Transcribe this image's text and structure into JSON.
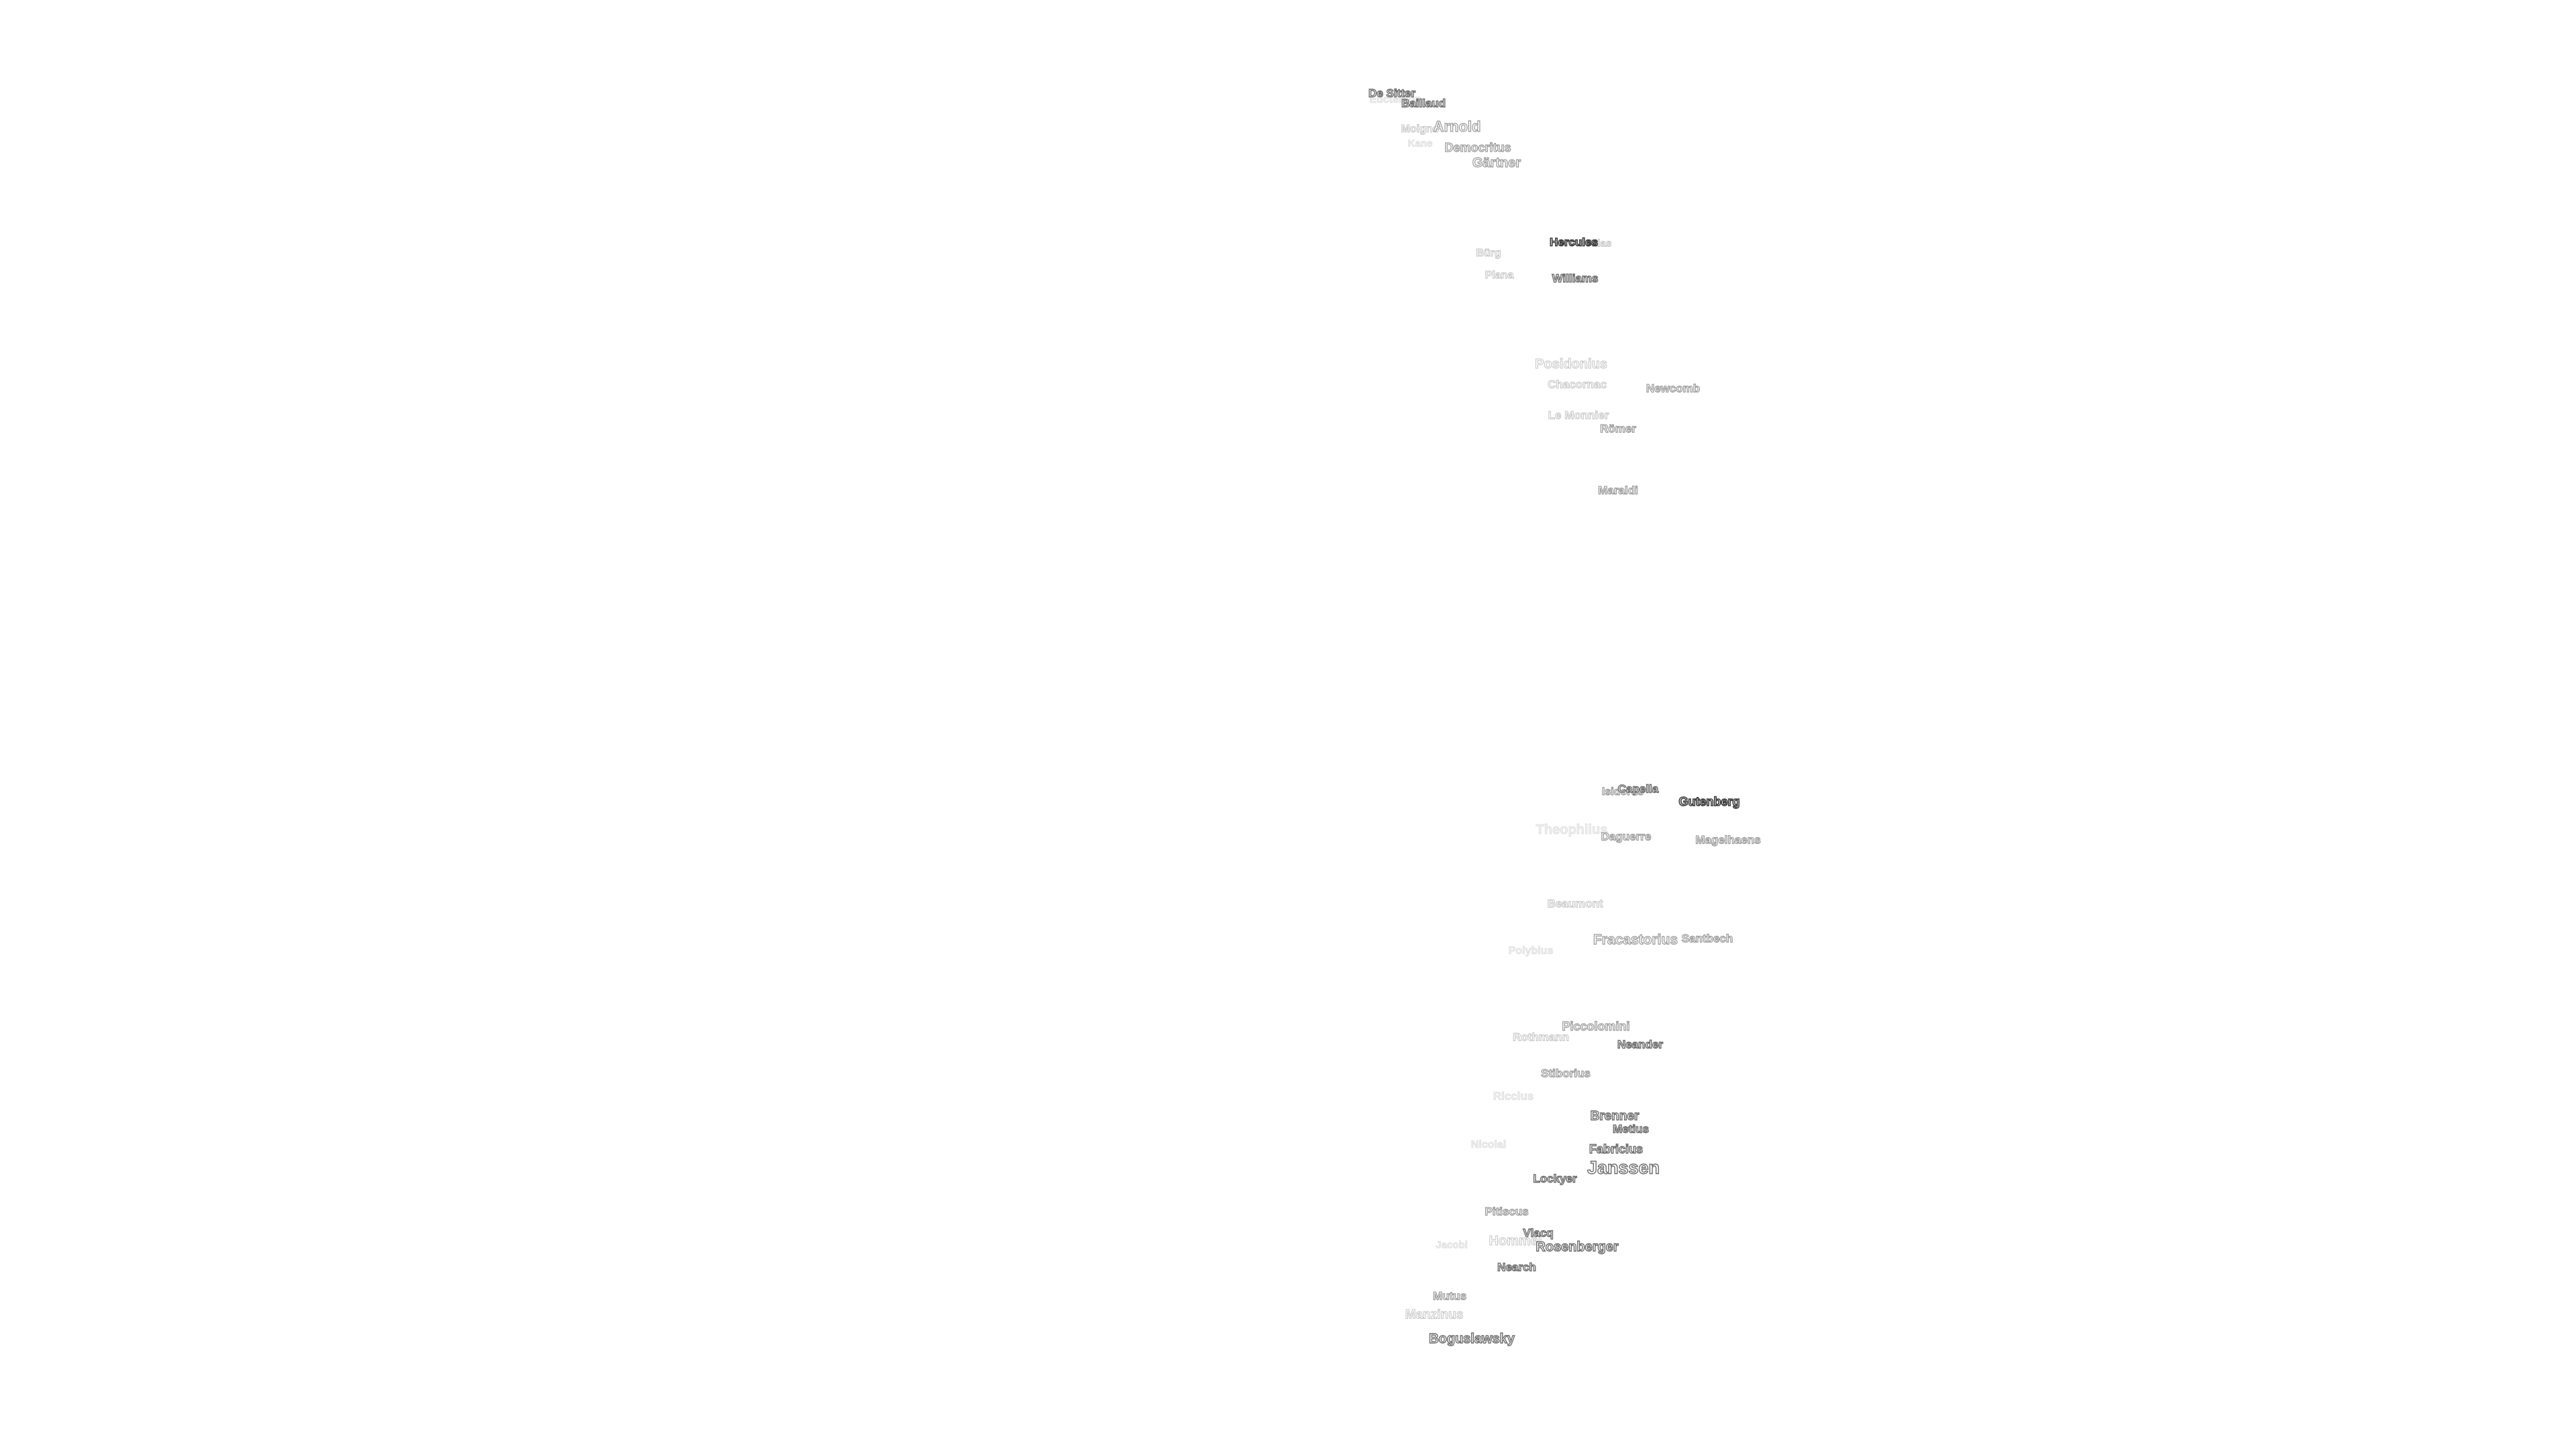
{
  "labels": [
    {
      "id": "de-sitter",
      "text": "De Sitter",
      "tone": 4
    },
    {
      "id": "baillaud",
      "text": "Baillaud",
      "tone": 4
    },
    {
      "id": "euctemon",
      "text": "Euctemon",
      "tone": 1
    },
    {
      "id": "arnold",
      "text": "Arnold",
      "tone": 3
    },
    {
      "id": "moigno",
      "text": "Moigno",
      "tone": 2
    },
    {
      "id": "kane",
      "text": "Kane",
      "tone": 1
    },
    {
      "id": "democritus",
      "text": "Democritus",
      "tone": 3
    },
    {
      "id": "gartner",
      "text": "Gärtner",
      "tone": 3
    },
    {
      "id": "hercules",
      "text": "Hercules",
      "tone": 5
    },
    {
      "id": "atlas",
      "text": "Atlas",
      "tone": 2
    },
    {
      "id": "burg",
      "text": "Bürg",
      "tone": 2
    },
    {
      "id": "plana",
      "text": "Plana",
      "tone": 2
    },
    {
      "id": "williams",
      "text": "Williams",
      "tone": 4
    },
    {
      "id": "posidonius",
      "text": "Posidonius",
      "tone": 2
    },
    {
      "id": "chacornac",
      "text": "Chacornac",
      "tone": 2
    },
    {
      "id": "newcomb",
      "text": "Newcomb",
      "tone": 3
    },
    {
      "id": "le-monnier",
      "text": "Le Monnier",
      "tone": 2
    },
    {
      "id": "romer",
      "text": "Römer",
      "tone": 3
    },
    {
      "id": "maraldi",
      "text": "Maraldi",
      "tone": 3
    },
    {
      "id": "capella",
      "text": "Capella",
      "tone": 4
    },
    {
      "id": "isidorus",
      "text": "Isidorus",
      "tone": 3
    },
    {
      "id": "gutenberg",
      "text": "Gutenberg",
      "tone": 5
    },
    {
      "id": "theophilus",
      "text": "Theophilus",
      "tone": 1
    },
    {
      "id": "daguerre",
      "text": "Daguerre",
      "tone": 3
    },
    {
      "id": "magelhaens",
      "text": "Magelhaens",
      "tone": 3
    },
    {
      "id": "beaumont",
      "text": "Beaumont",
      "tone": 2
    },
    {
      "id": "fracastorius",
      "text": "Fracastorius",
      "tone": 3
    },
    {
      "id": "santbech",
      "text": "Santbech",
      "tone": 3
    },
    {
      "id": "polybius",
      "text": "Polybius",
      "tone": 1
    },
    {
      "id": "piccolomini",
      "text": "Piccolomini",
      "tone": 3
    },
    {
      "id": "rothmann",
      "text": "Rothmann",
      "tone": 2
    },
    {
      "id": "neander",
      "text": "Neander",
      "tone": 4
    },
    {
      "id": "stiborius",
      "text": "Stiborius",
      "tone": 3
    },
    {
      "id": "riccius",
      "text": "Riccius",
      "tone": 1
    },
    {
      "id": "brenner",
      "text": "Brenner",
      "tone": 4
    },
    {
      "id": "metius",
      "text": "Metius",
      "tone": 4
    },
    {
      "id": "nicolai",
      "text": "Nicolai",
      "tone": 1
    },
    {
      "id": "fabricius",
      "text": "Fabricius",
      "tone": 4
    },
    {
      "id": "janssen",
      "text": "Janssen",
      "tone": 4
    },
    {
      "id": "lockyer",
      "text": "Lockyer",
      "tone": 4
    },
    {
      "id": "pitiscus",
      "text": "Pitiscus",
      "tone": 3
    },
    {
      "id": "vlacq",
      "text": "Vlacq",
      "tone": 4
    },
    {
      "id": "hommel",
      "text": "Hommel",
      "tone": 2
    },
    {
      "id": "rosenberger",
      "text": "Rosenberger",
      "tone": 4
    },
    {
      "id": "nearch",
      "text": "Nearch",
      "tone": 4
    },
    {
      "id": "jacobi",
      "text": "Jacobi",
      "tone": 1
    },
    {
      "id": "mutus",
      "text": "Mutus",
      "tone": 3
    },
    {
      "id": "manzinus",
      "text": "Manzinus",
      "tone": 2
    },
    {
      "id": "boguslawsky",
      "text": "Boguslawsky",
      "tone": 4
    }
  ]
}
